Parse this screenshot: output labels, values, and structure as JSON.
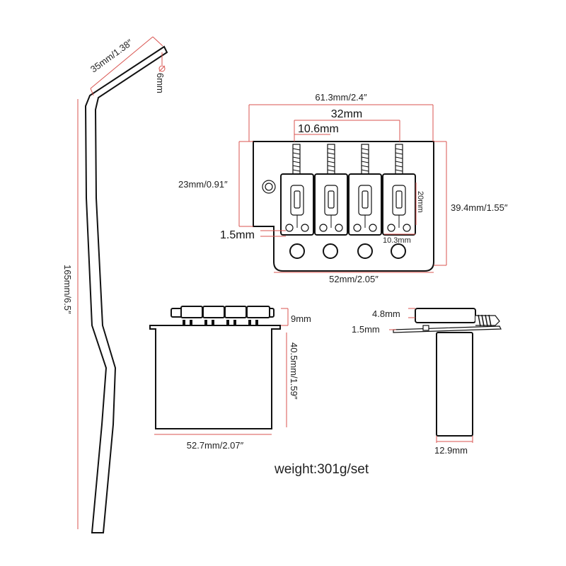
{
  "colors": {
    "dimension_line": "#d9534f",
    "outline": "#111111"
  },
  "arm": {
    "length": "165mm/6.5″",
    "tip_length": "35mm/1.38″",
    "diameter": "6mm"
  },
  "bridge_top": {
    "overall_width": "61.3mm/2.4″",
    "string_span": "32mm",
    "string_spacing": "10.6mm",
    "base_height": "23mm/0.91″",
    "overall_height": "39.4mm/1.55″",
    "saddle_length": "20mm",
    "saddle_width": "10.3mm",
    "plate_thickness": "1.5mm",
    "plate_width": "52mm/2.05″"
  },
  "bridge_front": {
    "saddle_height": "9mm",
    "block_height": "40.5mm/1.59″",
    "width": "52.7mm/2.07″"
  },
  "bridge_side": {
    "saddle_height": "4.8mm",
    "plate_thickness": "1.5mm",
    "block_depth": "12.9mm"
  },
  "weight": "weight:301g/set"
}
